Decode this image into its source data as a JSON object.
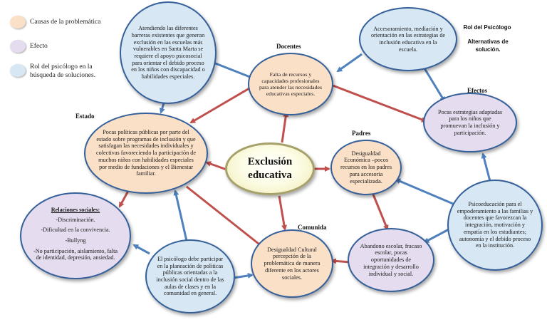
{
  "legend": [
    {
      "text": "Causas de la problemática",
      "color": "#fbe0c8"
    },
    {
      "text": "Efecto",
      "color": "#e5dcef"
    },
    {
      "text": "Rol del psicólogo en la búsqueda de soluciones.",
      "color": "#d7e7f4"
    }
  ],
  "labels": {
    "docentes": "Docentes",
    "estado": "Estado",
    "padres": "Padres",
    "comunidad": "Comunida",
    "efectos": "Efectos",
    "rol_psicologo": "Rol del Psicólogo",
    "alternativas": "Alternativas de solución."
  },
  "center": {
    "text": "Exclusión educativa"
  },
  "nodes": {
    "blue_top_left": "Atendiendo las diferentes barreras existentes que generan exclusión en las escuelas más vulnerables en Santa Marta se requiere el apoyo psicosocial para orientar el debido proceso en los niños con discapacidad o habilidades especiales.",
    "blue_top_right": "Accesoramiento, mediación y orientación en las estrategias de inclusión educativa en la escuela.",
    "docentes": "Falta de recursos y capacidades profesionales para atender las necesidades educativas especiales.",
    "estado": "Pocas políticas públicas por parte del estado sobre programas de inclusión y que satisfagan las necesidades individuales y colectivas favoreciendo la participación de muchos niños con habilidades especiales por medio de fundaciones y el  Bienestar familiar.",
    "efectos_right": "Pocas estrategias adaptadas para los niños que promuevan la inclusión y participación.",
    "padres": "Desigualdad Económica –pocos recursos en los padres para accesoria especializada.",
    "relaciones_title": "Relaciones sociales:",
    "relaciones_items": [
      "-Discriminación.",
      "-Dificultad en la convivencia.",
      "-Bullyng",
      "-No participación, aislamiento, falta de identidad, depresión, ansiedad."
    ],
    "psicologo_bottom": "El psicólogo debe participar en la planeación de políticas públicas orientadas a la inclusión social  dentro de las aulas de clases  y  en la comunidad en general.",
    "comunidad": "Desigualdad Cultural percepción de la problemática de manera diferente en los actores sociales.",
    "abandono": "Abandono escolar, fracaso escolar, pocas oportunidades de integración y desarrollo individual y social.",
    "psicoeducacion": "Psicoeducación para el empoderamiento a las familias y docentes  que favorezcan la  integración, motivación y empatía en los estudiantes; autonomía y el debido proceso en la institución."
  },
  "colors": {
    "red_arrow": "#c0504d",
    "blue_arrow": "#4f81bd",
    "border": "#35609a"
  }
}
